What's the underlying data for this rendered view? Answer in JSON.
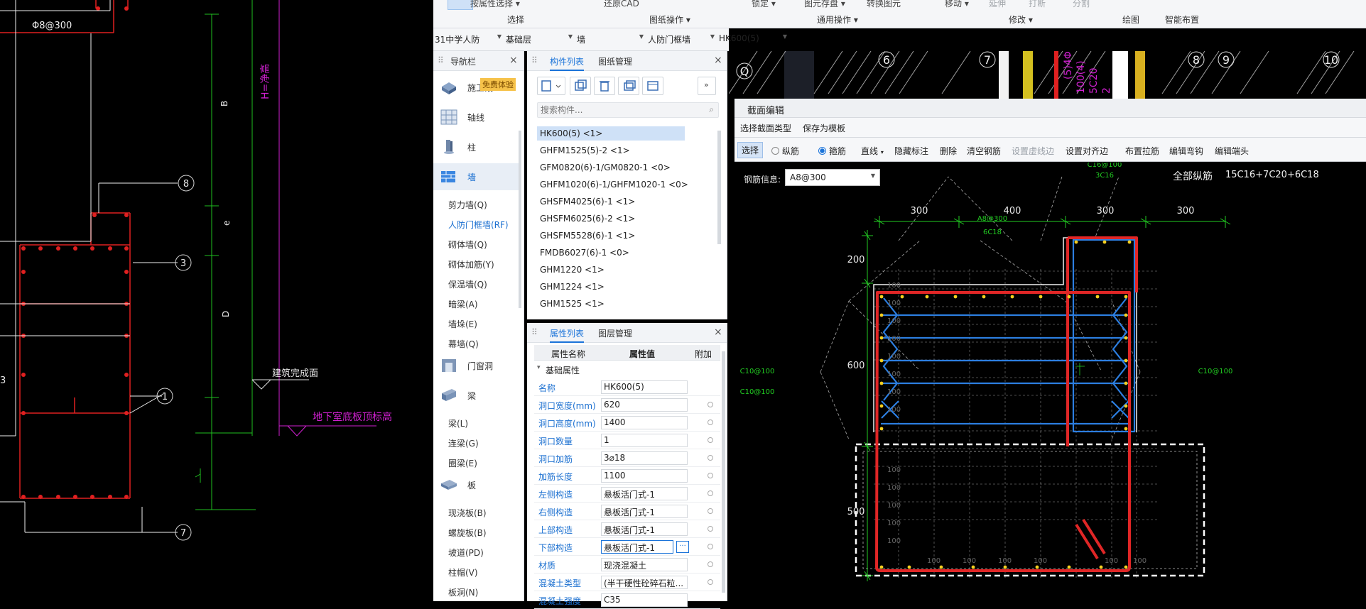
{
  "left_cad": {
    "texts": [
      "Φ8@300",
      "H=净高",
      "B",
      "e",
      "D",
      "建筑完成面",
      "地下室底板顶标高",
      "1",
      "3",
      "7",
      "8",
      "3"
    ]
  },
  "ribbon": {
    "items": [
      "按属性选择",
      "还原CAD",
      "锁定",
      "图元存盘",
      "转换图元",
      "移动",
      "延伸",
      "打断",
      "分割"
    ],
    "groups": [
      "选择",
      "图纸操作",
      "通用操作",
      "修改",
      "绘图",
      "智能布置"
    ]
  },
  "selectors": [
    "31中学人防",
    "基础层",
    "墙",
    "人防门框墙",
    "HK600(5)"
  ],
  "nav": {
    "title": "导航栏",
    "close": "×",
    "badge": "免费体验",
    "categories": [
      "施工段",
      "轴线",
      "柱",
      "墙",
      "门窗洞",
      "梁",
      "板"
    ],
    "wall_subs": [
      "剪力墙(Q)",
      "人防门框墙(RF)",
      "砌体墙(Q)",
      "砌体加筋(Y)",
      "保温墙(Q)",
      "暗梁(A)",
      "墙垛(E)",
      "幕墙(Q)"
    ],
    "beam_subs": [
      "梁(L)",
      "连梁(G)",
      "圈梁(E)"
    ],
    "slab_subs": [
      "现浇板(B)",
      "螺旋板(B)",
      "坡道(PD)",
      "柱帽(V)",
      "板洞(N)"
    ]
  },
  "component_list": {
    "tabs": [
      "构件列表",
      "图纸管理"
    ],
    "close": "×",
    "search_placeholder": "搜索构件...",
    "items": [
      "HK600(5) <1>",
      "GHFM1525(5)-2 <1>",
      "GFM0820(6)-1/GM0820-1 <0>",
      "GHFM1020(6)-1/GHFM1020-1 <0>",
      "GHSFM4025(6)-1 <1>",
      "GHSFM6025(6)-2 <1>",
      "GHSFM5528(6)-1 <1>",
      "FMDB6027(6)-1 <0>",
      "GHM1220 <1>",
      "GHM1224 <1>",
      "GHM1525 <1>"
    ]
  },
  "property_list": {
    "tabs": [
      "属性列表",
      "图层管理"
    ],
    "close": "×",
    "headers": [
      "属性名称",
      "属性值",
      "附加"
    ],
    "section": "基础属性",
    "rows": [
      {
        "name": "名称",
        "value": "HK600(5)"
      },
      {
        "name": "洞口宽度(mm)",
        "value": "620"
      },
      {
        "name": "洞口高度(mm)",
        "value": "1400"
      },
      {
        "name": "洞口数量",
        "value": "1"
      },
      {
        "name": "洞口加筋",
        "value": "3⌀18"
      },
      {
        "name": "加筋长度",
        "value": "1100"
      },
      {
        "name": "左侧构造",
        "value": "悬板活门式-1"
      },
      {
        "name": "右侧构造",
        "value": "悬板活门式-1"
      },
      {
        "name": "上部构造",
        "value": "悬板活门式-1"
      },
      {
        "name": "下部构造",
        "value": "悬板活门式-1"
      },
      {
        "name": "材质",
        "value": "现浇混凝土"
      },
      {
        "name": "混凝土类型",
        "value": "(半干硬性砼碎石粒..."
      },
      {
        "name": "混凝土强度",
        "value": "C35"
      }
    ]
  },
  "top_canvas": {
    "axes": [
      "Q",
      "6",
      "7",
      "8",
      "9",
      "10"
    ],
    "texts": [
      "(5)4Φ",
      "100(4)",
      "5C20",
      "2"
    ]
  },
  "section_editor": {
    "title": "截面编辑",
    "menu": [
      "选择截面类型",
      "保存为模板"
    ],
    "tools": [
      "选择",
      "纵筋",
      "箍筋",
      "直线",
      "隐藏标注",
      "删除",
      "清空钢筋",
      "设置虚线边",
      "设置对齐边",
      "布置拉筋",
      "编辑弯钩",
      "编辑端头"
    ],
    "radio_selected": "箍筋",
    "rebar_label": "钢筋信息:",
    "rebar_value": "A8@300",
    "summary_label": "全部纵筋",
    "summary_value": "15C16+7C20+6C18",
    "dims_top": [
      "300",
      "400",
      "300",
      "300"
    ],
    "dims_left": [
      "200",
      "600",
      "500"
    ],
    "annotations": [
      "C16@100",
      "3C16",
      "A8@300",
      "6C18",
      "C10@100",
      "C10@100",
      "C10@100"
    ],
    "grid_label": "100"
  }
}
